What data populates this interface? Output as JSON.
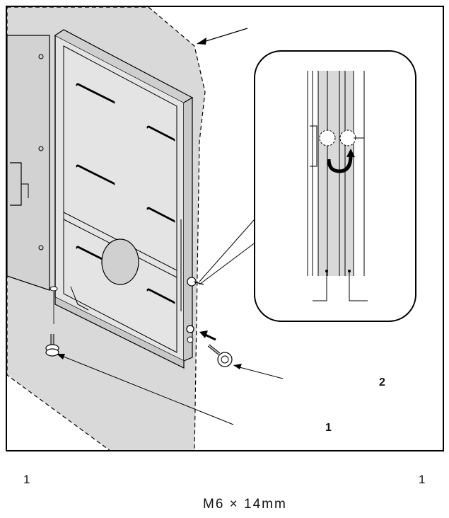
{
  "figure": {
    "labels": {
      "callout_2": "2",
      "callout_1": "1"
    }
  },
  "caption": {
    "left_number": "1",
    "right_number": "1",
    "screw_spec": "M6 × 14mm"
  },
  "colors": {
    "panel": "#d9d9d9",
    "line": "#000000",
    "background": "#ffffff"
  }
}
